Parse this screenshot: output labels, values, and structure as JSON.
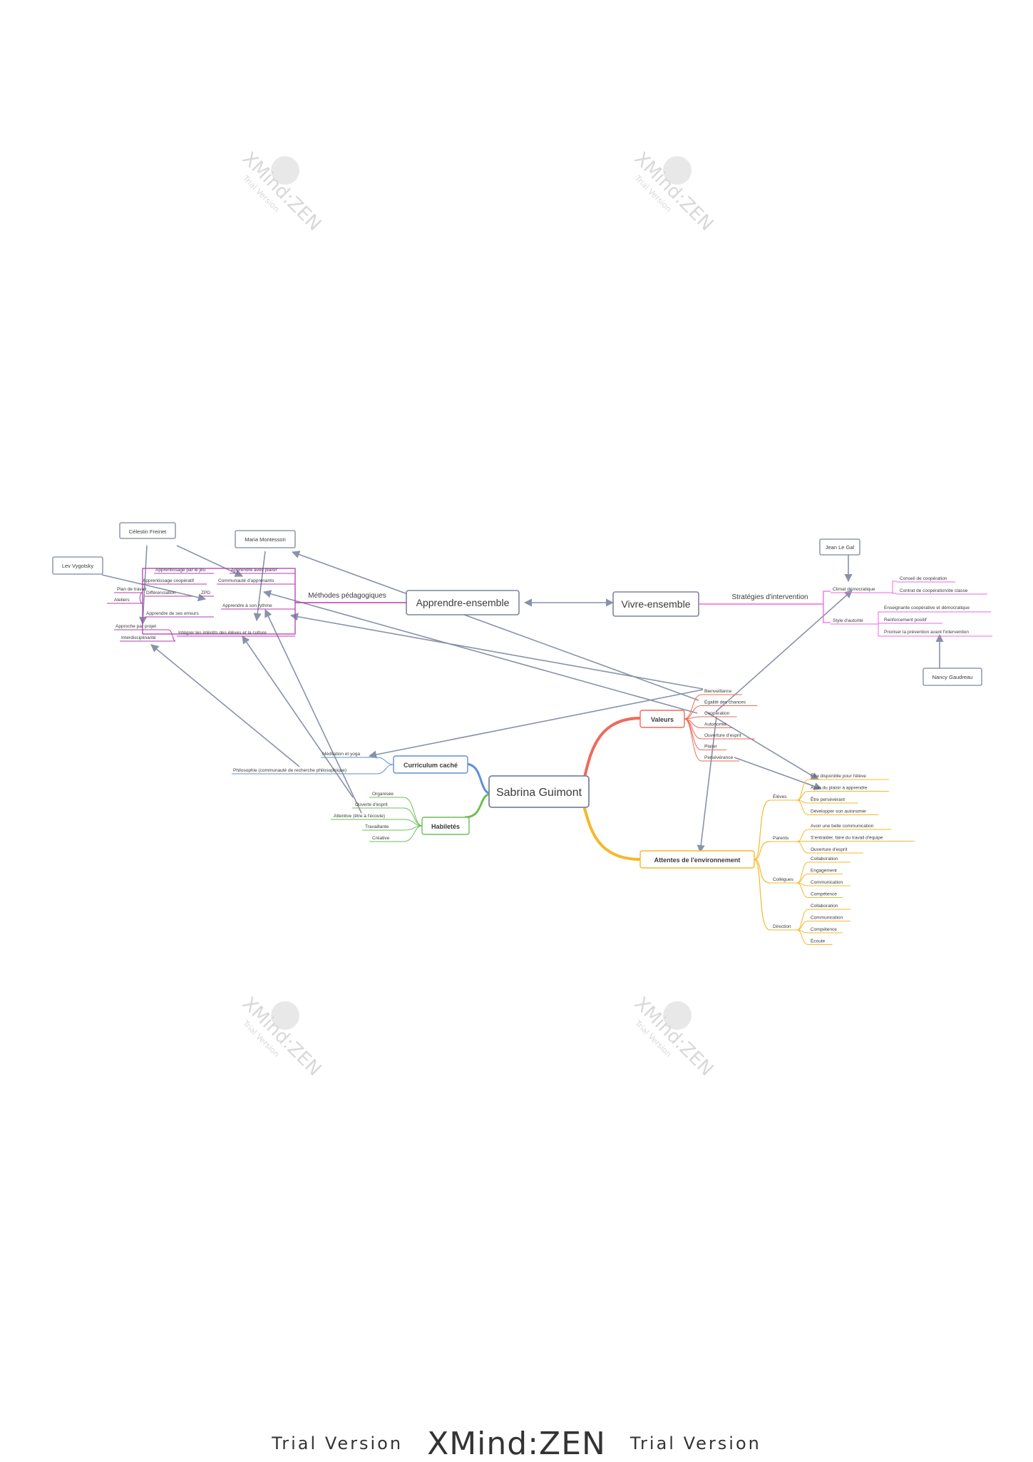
{
  "central": "Sabrina Guimont",
  "apprendre": {
    "title": "Apprendre-ensemble",
    "branch_label": "Méthodes pédagogiques",
    "items": [
      "Apprentissage par le jeu",
      "Apprendre avec plaisir",
      "Apprentissage coopératif",
      "Communauté d'apprenants",
      "Différenciation",
      "ZPD",
      "Apprendre à son rythme",
      "Apprendre de ses erreurs",
      "Approche par projet",
      "Interdisciplinarité",
      "Intégrer les intérêts des élèves et la culture"
    ],
    "sub_items": [
      "Plan de travail",
      "Ateliers"
    ],
    "authors": [
      "Célestin Freinet",
      "Maria Montessori",
      "Lev Vygotsky"
    ]
  },
  "vivre": {
    "title": "Vivre-ensemble",
    "branch_label": "Stratégies d'intervention",
    "climat": "Climat démocratique",
    "climat_items": [
      "Conseil de coopération",
      "Contrat de coopération/de classe"
    ],
    "style": "Style d'autorité",
    "style_items": [
      "Enseignante coopérative et démocratique",
      "Renforcement positif",
      "Prioriser la prévention avant l'intervention"
    ],
    "authors": [
      "Jean Le Gal",
      "Nancy Gaudreau"
    ]
  },
  "valeurs": {
    "title": "Valeurs",
    "items": [
      "Bienveillance",
      "Égalité des chances",
      "Coopération",
      "Autonomie",
      "Ouverture d'esprit",
      "Plaisir",
      "Persévérance"
    ]
  },
  "attentes": {
    "title": "Attentes de l'environnement",
    "groups": [
      {
        "label": "Élèves",
        "items": [
          "Être disponible pour l'élève",
          "Avoir du plaisir à apprendre",
          "Être persévérant",
          "Développer son autonomie"
        ]
      },
      {
        "label": "Parents",
        "items": [
          "Avoir une belle communication",
          "S'entraider, faire du travail d'équipe",
          "Ouverture d'esprit"
        ]
      },
      {
        "label": "Collègues",
        "items": [
          "Collaboration",
          "Engagement",
          "Communication",
          "Compétence"
        ]
      },
      {
        "label": "Direction",
        "items": [
          "Collaboration",
          "Communication",
          "Compétence",
          "Écoute"
        ]
      }
    ]
  },
  "curriculum": {
    "title": "Curriculum caché",
    "items": [
      "Méditation et yoga",
      "Philosophie (communauté de recherche philosophique)"
    ]
  },
  "habiletes": {
    "title": "Habiletés",
    "items": [
      "Organisée",
      "Ouverte d'esprit",
      "Attentive (être à l'écoute)",
      "Travaillante",
      "Créative"
    ]
  },
  "watermark": {
    "brand": "XMind:ZEN",
    "sub": "Trial Version"
  },
  "footer": {
    "left": "Trial Version",
    "brand": "XMind:ZEN",
    "right": "Trial Version"
  },
  "colors": {
    "apprendre": "#b43cb4",
    "vivre": "#ee66ee",
    "valeurs": "#ef6a5a",
    "attentes": "#f5b82a",
    "curriculum": "#5f8fd6",
    "habiletes": "#6dbf55",
    "relation": "#8892a8",
    "node_border": "#7c869a"
  }
}
